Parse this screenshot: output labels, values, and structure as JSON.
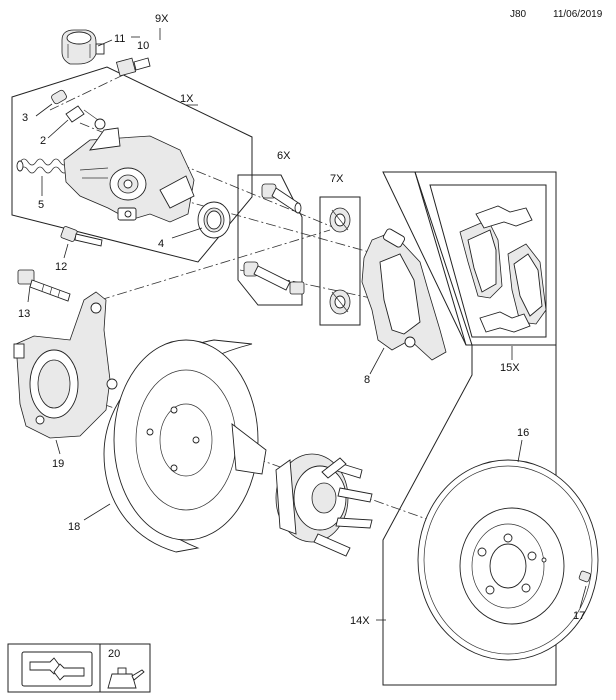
{
  "header": {
    "code": "J80",
    "date": "11/06/2019"
  },
  "callouts": {
    "c9X": "9X",
    "c11": "11",
    "c10": "10",
    "c1X": "1X",
    "c3": "3",
    "c2": "2",
    "c5": "5",
    "c4": "4",
    "c12": "12",
    "c13": "13",
    "c6X": "6X",
    "c7X": "7X",
    "c8": "8",
    "c15X": "15X",
    "c16": "16",
    "c17": "17",
    "c14X": "14X",
    "c18": "18",
    "c19": "19",
    "c20": "20"
  },
  "icons": {
    "tools": "wrench-icon",
    "oil": "oil-can-icon"
  }
}
